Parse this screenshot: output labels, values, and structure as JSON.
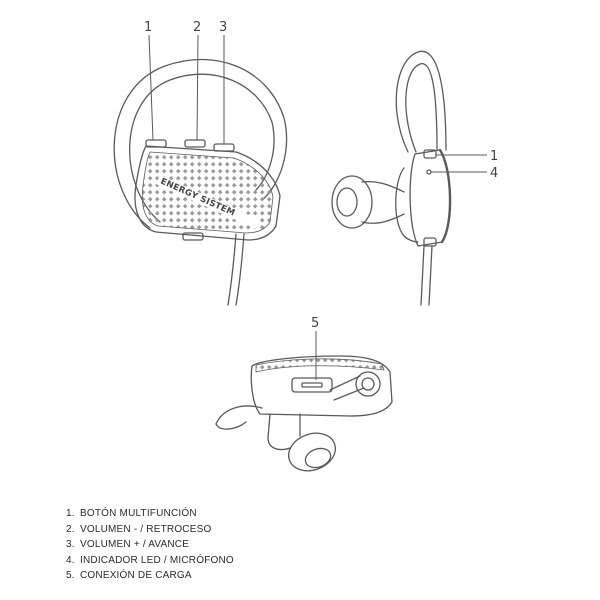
{
  "brand_text": "ENERGY SISTEM",
  "callouts": {
    "side_view": [
      "1",
      "2",
      "3"
    ],
    "back_view": [
      "1",
      "4"
    ],
    "bottom_view": [
      "5"
    ]
  },
  "legend": [
    {
      "num": "1.",
      "label": "BOTÓN MULTIFUNCIÓN"
    },
    {
      "num": "2.",
      "label": "VOLUMEN - / RETROCESO"
    },
    {
      "num": "3.",
      "label": "VOLUMEN + / AVANCE"
    },
    {
      "num": "4.",
      "label": "INDICADOR LED / MICRÓFONO"
    },
    {
      "num": "5.",
      "label": "CONEXIÓN DE CARGA"
    }
  ],
  "colors": {
    "line": "#5a5a5a",
    "dots": "#9a9a9a",
    "text": "#2b2b2b"
  }
}
